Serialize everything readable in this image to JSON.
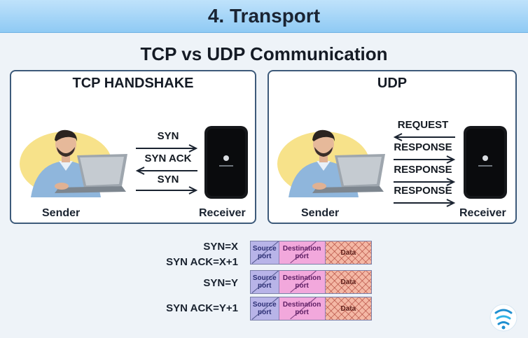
{
  "header": {
    "title": "4. Transport"
  },
  "main_title": "TCP vs UDP Communication",
  "tcp": {
    "title": "TCP HANDSHAKE",
    "messages": [
      "SYN",
      "SYN ACK",
      "SYN"
    ],
    "sender_label": "Sender",
    "receiver_label": "Receiver"
  },
  "udp": {
    "title": "UDP",
    "messages": [
      "REQUEST",
      "RESPONSE",
      "RESPONSE",
      "RESPONSE"
    ],
    "sender_label": "Sender",
    "receiver_label": "Receiver"
  },
  "segments": {
    "labels": [
      "SYN=X",
      "SYN ACK=X+1",
      "SYN=Y",
      "SYN ACK=Y+1"
    ],
    "cells": {
      "source": "Source port",
      "destination": "Destination port",
      "data": "Data"
    }
  },
  "colors": {
    "header_bg": "#8fcaf4",
    "panel_border": "#3d5a7a",
    "source_cell": "#b8b4e8",
    "destination_cell": "#f2a8dc",
    "data_cell": "#f4b8a5"
  }
}
